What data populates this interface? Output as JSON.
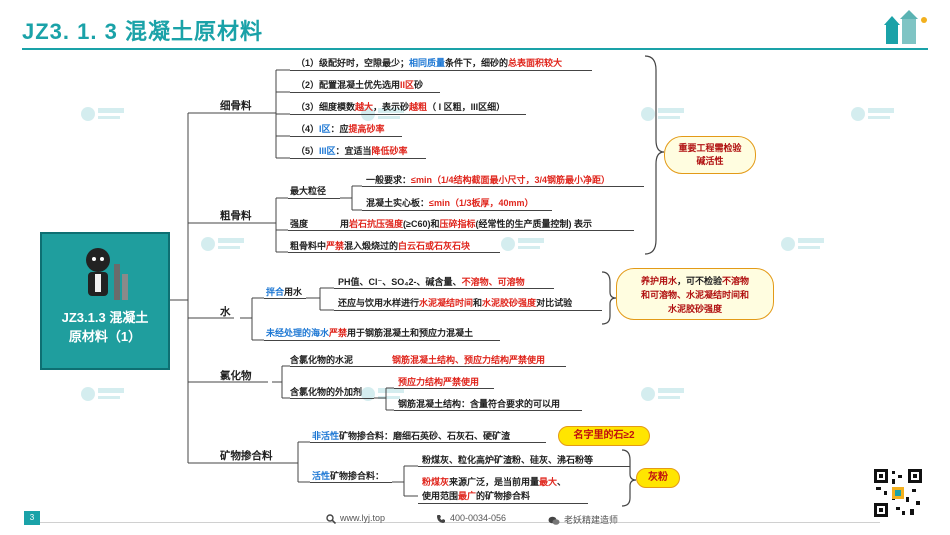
{
  "header": {
    "title": "JZ3. 1. 3  混凝土原材料"
  },
  "footer": {
    "page": "3",
    "website": "www.lyj.top",
    "phone": "400-0034-056",
    "wechat": "老妖精建造师"
  },
  "root": {
    "line1": "JZ3.1.3 混凝土",
    "line2": "原材料（1）"
  },
  "fine": {
    "label": "细骨料",
    "i1": {
      "a": "（1）级配好时，空隙最少；",
      "b": "相同质量",
      "c": "条件下，细砂的",
      "d": "总表面积较大"
    },
    "i2": {
      "a": "（2）配置混凝土优先选用",
      "b": "II区",
      "c": "砂"
    },
    "i3": {
      "a": "（3）细度模数",
      "b": "越大",
      "c": "，表示砂",
      "d": "越粗",
      "e": "（ I 区粗，III区细）"
    },
    "i4": {
      "a": "（4）",
      "b": "I区",
      "c": "：应",
      "d": "提高砂率"
    },
    "i5": {
      "a": "（5）",
      "b": "III区",
      "c": "：宜适当",
      "d": "降低砂率"
    }
  },
  "coarse": {
    "label": "粗骨料",
    "max_size": "最大粒径",
    "g1": {
      "a": "一般要求：",
      "b": "≤min（1/4结构截面最小尺寸，3/4钢筋最小净距）"
    },
    "g2": {
      "a": "混凝土实心板：",
      "b": "≤min（1/3板厚，40mm）"
    },
    "strength_label": "强度",
    "st": {
      "a": "用",
      "b": "岩石抗压强度",
      "c": "(≥C60)和",
      "d": "压碎指标",
      "e": "(经常性的生产质量控制) 表示"
    },
    "ban": {
      "a": "粗骨料中",
      "b": "严禁",
      "c": "混入煅烧过的",
      "d": "白云石或石灰石块"
    }
  },
  "water": {
    "label": "水",
    "mix": {
      "a": "拌合",
      "b": "用水"
    },
    "w1": {
      "a": "PH值、Cl⁻、SO₄2-、碱含量、",
      "b": "不溶物、可溶物"
    },
    "w2": {
      "a": "还应与饮用水样进行",
      "b": "水泥凝结时间",
      "c": "和",
      "d": "水泥胶砂强度",
      "e": "对比试验"
    },
    "sea": {
      "a": "未经处理的海水",
      "b": "严禁",
      "c": "用于钢筋混凝土和预应力混凝土"
    }
  },
  "chloride": {
    "label": "氯化物",
    "cement": "含氯化物的水泥",
    "cement_rule": "钢筋混凝土结构、预应力结构严禁使用",
    "admix": "含氯化物的外加剂",
    "admix_rule1": "预应力结构严禁使用",
    "admix_rule2": "钢筋混凝土结构：含量符合要求的可以用"
  },
  "mineral": {
    "label": "矿物掺合料",
    "inactive": {
      "a": "非活性",
      "b": "矿物掺合料：磨细石英砂、石灰石、硬矿渣"
    },
    "active": {
      "a": "活性",
      "b": "矿物掺合料："
    },
    "active_list": "粉煤灰、粒化高炉矿渣粉、硅灰、沸石粉等",
    "fly1": {
      "a": "粉煤灰",
      "b": "来源广泛，是当前用量",
      "c": "最大",
      "d": "、"
    },
    "fly2": {
      "a": "使用范围",
      "b": "最广",
      "c": "的矿物掺合料"
    }
  },
  "notes": {
    "alkali1": "重要工程需检验",
    "alkali2": "碱活性",
    "curing1a": "养护用水",
    "curing1b": "，可不检验",
    "curing1c": "不溶物",
    "curing2": "和可溶物、水泥凝结时间和",
    "curing3": "水泥胶砂强度",
    "stone": "名字里的石≥2",
    "ash": "灰粉"
  },
  "colors": {
    "accent": "#1aa2a8",
    "emphasis_red": "#e0261d",
    "emphasis_blue": "#1e78d4",
    "highlight": "#ffe500"
  }
}
